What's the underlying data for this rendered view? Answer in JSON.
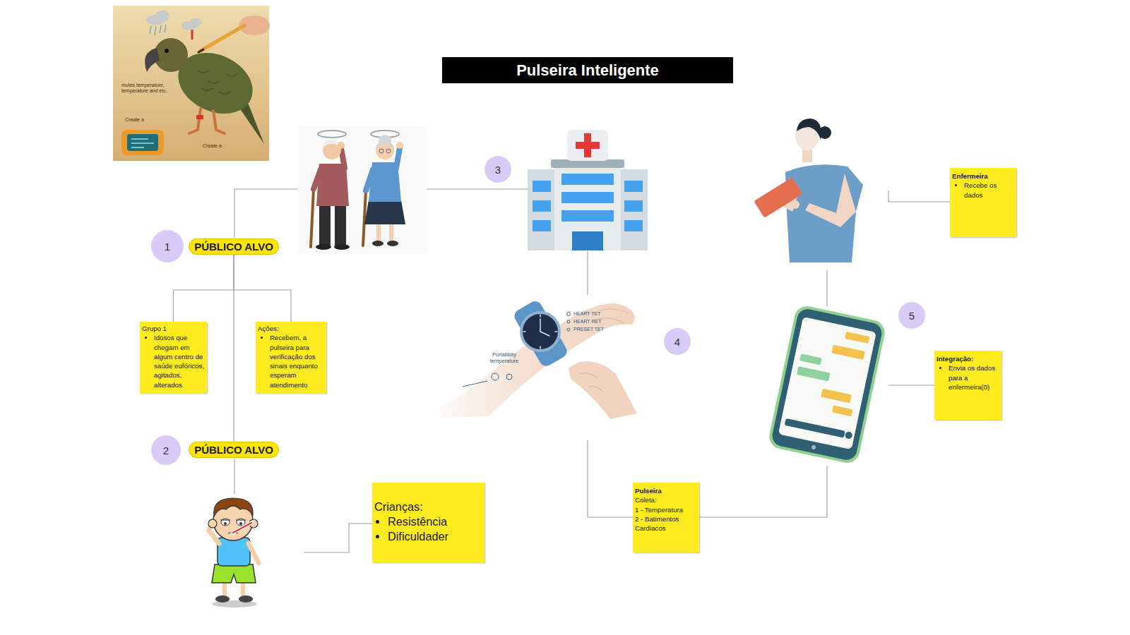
{
  "diagram": {
    "title": "Pulseira Inteligente",
    "nodes": [
      {
        "text": [
          "PÚBLICO ALVO"
        ]
      },
      {
        "text": [
          "Grupo 1",
          "Idosos que chegam em algum centro de saúde eufóricos, agitados, alterados"
        ]
      },
      {
        "text": [
          "Ações:",
          "Recebem, a pulseira para verificação dos sinais enquanto esperam atendimento"
        ]
      },
      {
        "text": [
          "PÚBLICO ALVO"
        ]
      },
      {
        "text": [
          "Crianças:",
          "Resistência",
          "Dificuldader"
        ]
      },
      {
        "text": [
          "Pulseira",
          "Coleta:",
          "1 - Temperatura",
          "2 - Batimentos Cardiacos"
        ]
      },
      {
        "text": [
          "Integração:",
          "Envia os dados para a enfermeira(0)"
        ]
      },
      {
        "text": [
          "Enfermeira",
          "Recebe os dados"
        ]
      }
    ],
    "edges": [
      {
        "from": 0,
        "to": 1,
        "arrow": "none"
      },
      {
        "from": 0,
        "to": 2,
        "arrow": "none"
      },
      {
        "from": 0,
        "to": 3,
        "arrow": "none"
      }
    ],
    "labels": [
      "1",
      "2",
      "3",
      "4",
      "5",
      "mutes temperature, temperature and etc.",
      "Create a",
      "Create a",
      "HEART TET",
      "HEART RET",
      "PRESET TET",
      "Portabbity temperature"
    ]
  }
}
